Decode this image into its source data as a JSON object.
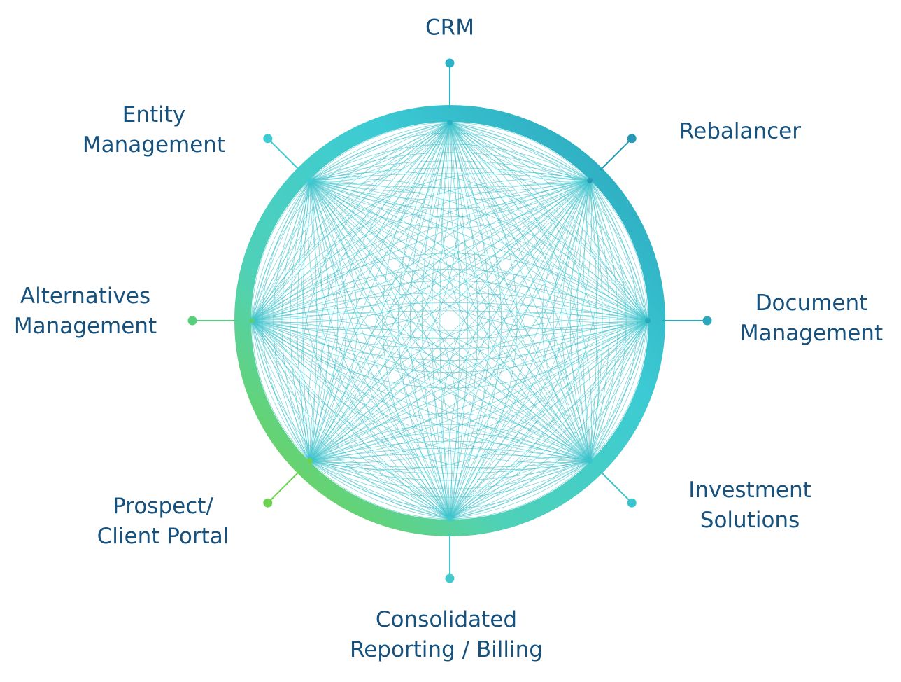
{
  "diagram": {
    "colors": {
      "ring_top": "#2aa6bd",
      "ring_upper": "#3ccbd4",
      "ring_lower": "#4fd1b8",
      "ring_bottom_left": "#6ed457",
      "weave": "#3fc3cc",
      "text": "#17527e"
    },
    "nodes": [
      {
        "id": "crm",
        "lines": [
          "CRM"
        ],
        "color": "#2bb2c7"
      },
      {
        "id": "rebalancer",
        "lines": [
          "Rebalancer"
        ],
        "color": "#2798b5"
      },
      {
        "id": "document-management",
        "lines": [
          "Document",
          "Management"
        ],
        "color": "#2ba7bc"
      },
      {
        "id": "investment-solutions",
        "lines": [
          "Investment",
          "Solutions"
        ],
        "color": "#39c5cf"
      },
      {
        "id": "consolidated-reporting-billing",
        "lines": [
          "Consolidated",
          "Reporting / Billing"
        ],
        "color": "#42c9cd"
      },
      {
        "id": "prospect-client-portal",
        "lines": [
          "Prospect/",
          "Client Portal"
        ],
        "color": "#6dd252"
      },
      {
        "id": "alternatives-management",
        "lines": [
          "Alternatives",
          "Management"
        ],
        "color": "#55cf7c"
      },
      {
        "id": "entity-management",
        "lines": [
          "Entity",
          "Management"
        ],
        "color": "#3dcbd4"
      }
    ]
  }
}
